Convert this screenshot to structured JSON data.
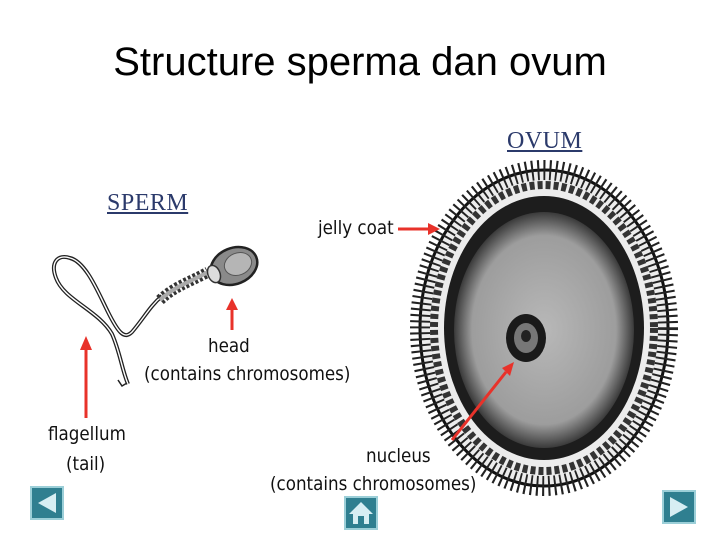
{
  "title": "Structure sperma dan ovum",
  "labels": {
    "sperm": "SPERM",
    "ovum": "OVUM",
    "jelly_coat": "jelly coat",
    "head_line1": "head",
    "head_line2": "(contains chromosomes)",
    "flagellum_line1": "flagellum",
    "flagellum_line2": "(tail)",
    "nucleus_line1": "nucleus",
    "nucleus_line2": "(contains chromosomes)"
  },
  "colors": {
    "arrow": "#e8322a",
    "heading": "#2b3a6b",
    "nav_button": "#2f7f90"
  },
  "nav": {
    "prev_icon": "triangle-left-icon",
    "home_icon": "home-icon",
    "next_icon": "triangle-right-icon"
  }
}
